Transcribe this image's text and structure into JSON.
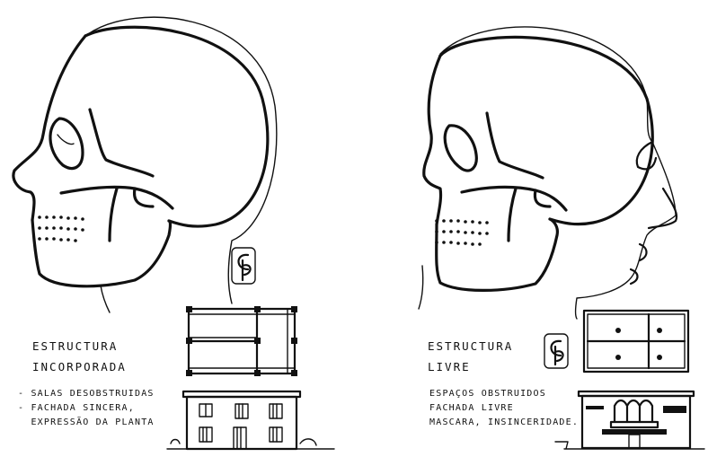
{
  "left_panel": {
    "title_line1": "ESTRUCTURA",
    "title_line2": "INCORPORADA",
    "notes": [
      "- SALAS DESOBSTRUIDAS",
      "- FACHADA SINCERA,",
      "  EXPRESSÃO DA PLANTA"
    ],
    "monogram": "C.F.",
    "illustrations": [
      "skull-profile",
      "floor-plan",
      "house-elevation"
    ]
  },
  "right_panel": {
    "title_line1": "ESTRUCTURA",
    "title_line2": "LIVRE",
    "notes": [
      "ESPAÇOS OBSTRUIDOS",
      "FACHADA LIVRE",
      "MASCARA, INSINCERIDADE."
    ],
    "monogram": "C.F.",
    "illustrations": [
      "skull-with-face-profile",
      "floor-plan",
      "house-elevation-with-balcony"
    ]
  }
}
